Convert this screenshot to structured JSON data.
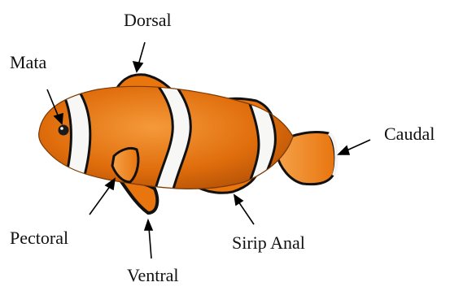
{
  "labels": {
    "dorsal": "Dorsal",
    "mata": "Mata",
    "caudal": "Caudal",
    "pectoral": "Pectoral",
    "sirip_anal": "Sirip Anal",
    "ventral": "Ventral"
  },
  "colors": {
    "body_orange": "#e8750e",
    "fin_orange": "#f08a1f",
    "stripe_white": "#f7f7f5",
    "outline_black": "#111111",
    "arrow_black": "#000000"
  }
}
